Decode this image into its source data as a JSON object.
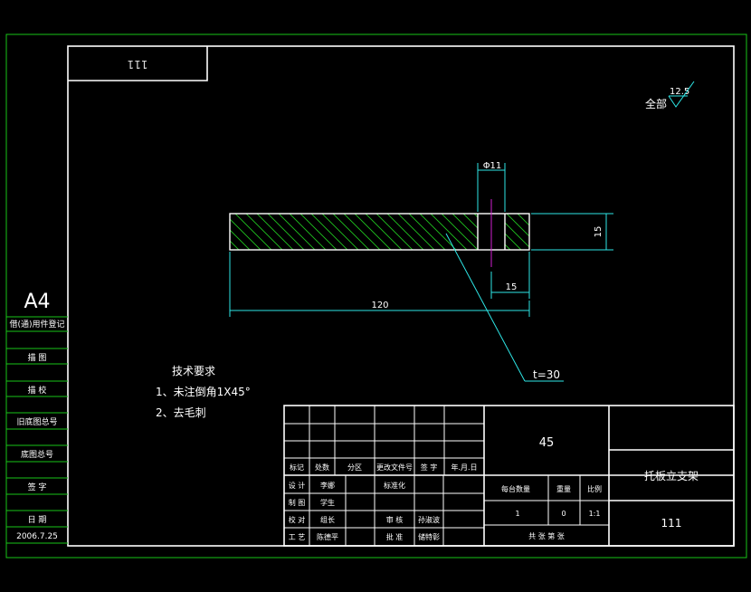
{
  "drawing_number_box": "111",
  "paper_size": "A4",
  "surface_finish": {
    "label": "全部",
    "value": "12.5"
  },
  "dimensions": {
    "hole_diameter": "Φ11",
    "height": "15",
    "hole_offset": "15",
    "length": "120",
    "thickness_note": "t=30"
  },
  "technical_requirements": {
    "heading": "技术要求",
    "items": [
      "1、未注倒角1X45°",
      "2、去毛刺"
    ]
  },
  "side_panel": {
    "rows": [
      "借(通)用件登记",
      "描 图",
      "描 校",
      "旧底图总号",
      "底图总号",
      "签 字",
      "日 期"
    ],
    "date": "2006.7.25"
  },
  "title_block": {
    "material": "45",
    "part_name": "托板立支架",
    "drawing_number": "111",
    "revision_headers": [
      "标记",
      "处数",
      "分区",
      "更改文件号",
      "签 字",
      "年.月.日"
    ],
    "sign_rows": [
      [
        "设 计",
        "李娜",
        "",
        "标准化",
        ""
      ],
      [
        "制 图",
        "学生",
        "",
        "",
        ""
      ],
      [
        "校 对",
        "组长",
        "",
        "审 核",
        "孙淑波"
      ],
      [
        "工 艺",
        "陈德平",
        "",
        "批 准",
        "储特彰"
      ]
    ],
    "qty_header": "每台数量",
    "weight_header": "重量",
    "scale_header": "比例",
    "qty_value": "1",
    "weight_value": "0",
    "scale_value": "1:1",
    "sheet_note": "共 张 第 张"
  }
}
